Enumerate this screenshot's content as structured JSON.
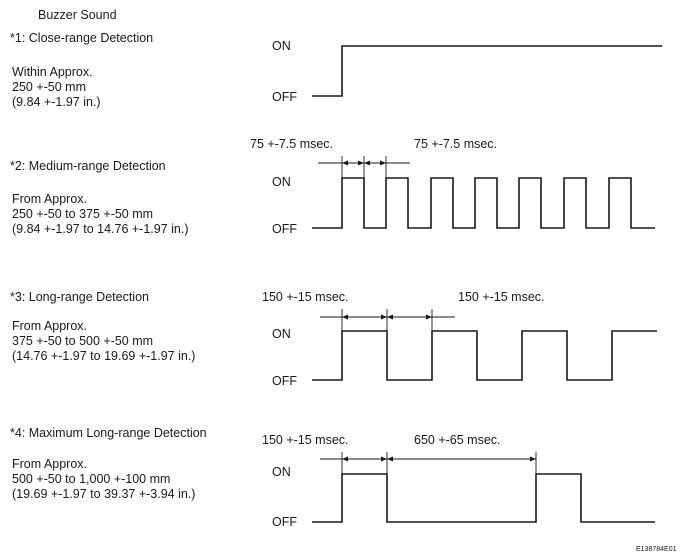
{
  "title": "Buzzer Sound",
  "code": "E138784E01",
  "modes": [
    {
      "label": "*1: Close-range Detection",
      "range_lines": [
        "Within Approx.",
        "250 +-50 mm",
        "(9.84 +-1.97 in.)"
      ],
      "on_label": "ON",
      "off_label": "OFF",
      "pattern": "continuous",
      "timing_labels": []
    },
    {
      "label": "*2: Medium-range Detection",
      "range_lines": [
        "From Approx.",
        "250 +-50 to 375 +-50 mm",
        "(9.84 +-1.97 to 14.76 +-1.97 in.)"
      ],
      "on_label": "ON",
      "off_label": "OFF",
      "pattern": "pulsed",
      "on_time_msec": 75,
      "off_time_msec": 75,
      "pulse_count": 7,
      "timing_labels": [
        "75 +-7.5 msec.",
        "75 +-7.5 msec."
      ]
    },
    {
      "label": "*3: Long-range Detection",
      "range_lines": [
        "From Approx.",
        "375 +-50 to 500 +-50 mm",
        "(14.76 +-1.97 to 19.69 +-1.97 in.)"
      ],
      "on_label": "ON",
      "off_label": "OFF",
      "pattern": "pulsed",
      "on_time_msec": 150,
      "off_time_msec": 150,
      "pulse_count": 4,
      "timing_labels": [
        "150 +-15 msec.",
        "150 +-15 msec."
      ]
    },
    {
      "label": "*4: Maximum Long-range Detection",
      "range_lines": [
        "From Approx.",
        "500 +-50 to 1,000 +-100 mm",
        "(19.69 +-1.97 to 39.37 +-3.94 in.)"
      ],
      "on_label": "ON",
      "off_label": "OFF",
      "pattern": "pulsed",
      "on_time_msec": 150,
      "off_time_msec": 650,
      "pulse_count": 2,
      "timing_labels": [
        "150 +-15 msec.",
        "650 +-65 msec."
      ]
    }
  ]
}
